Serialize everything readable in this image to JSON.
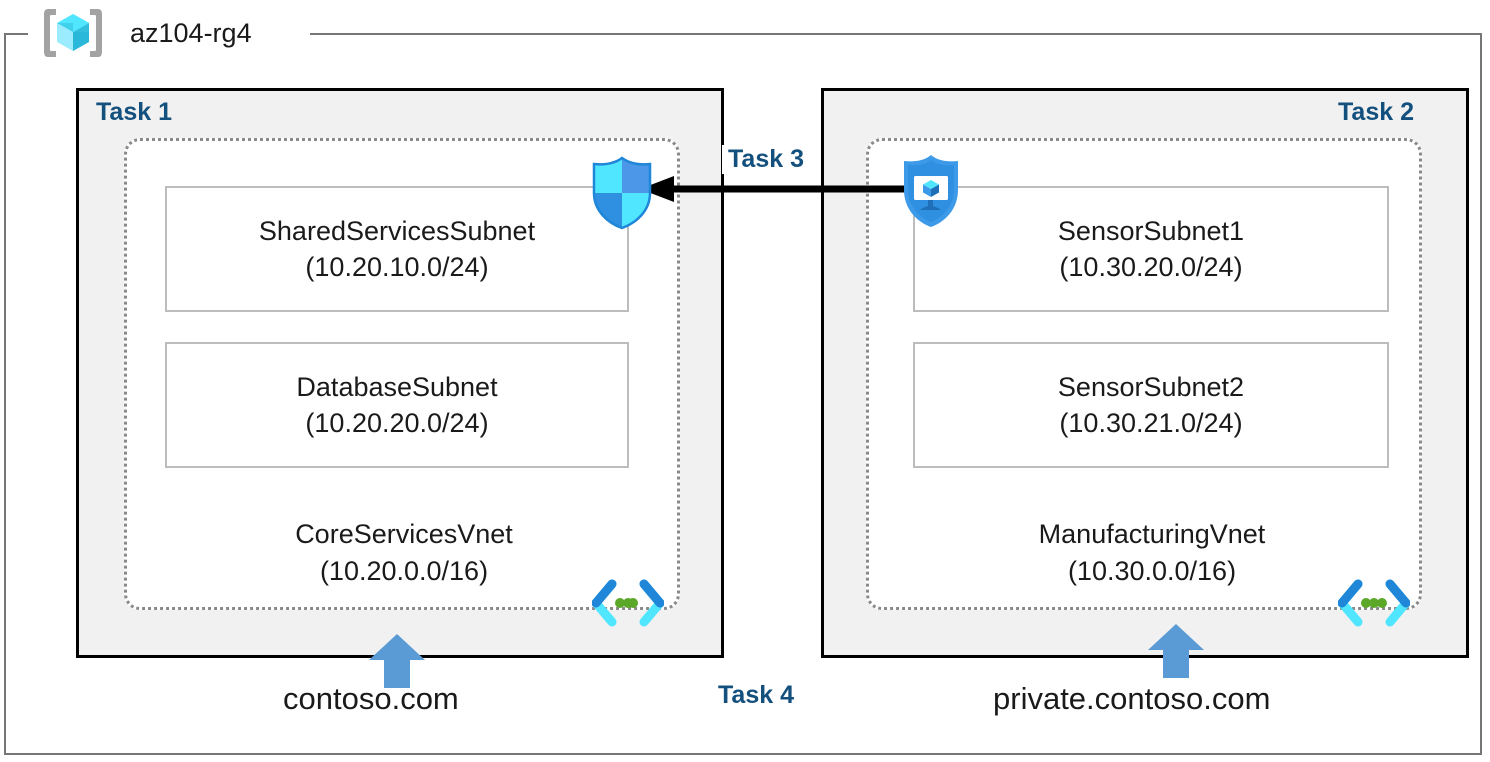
{
  "resource_group": {
    "name": "az104-rg4",
    "icon": "azure-resource-group-cube-icon"
  },
  "panels": [
    {
      "id": "left",
      "task_label": "Task 1",
      "vnet": {
        "name": "CoreServicesVnet",
        "cidr": "(10.20.0.0/16)"
      },
      "subnets": [
        {
          "name": "SharedServicesSubnet",
          "cidr": "(10.20.10.0/24)"
        },
        {
          "name": "DatabaseSubnet",
          "cidr": "(10.20.20.0/24)"
        }
      ],
      "dns_zone": "contoso.com",
      "icons": [
        "nsg-shield-icon",
        "dns-code-brackets-icon",
        "blue-up-arrow-icon"
      ]
    },
    {
      "id": "right",
      "task_label": "Task 2",
      "vnet": {
        "name": "ManufacturingVnet",
        "cidr": "(10.30.0.0/16)"
      },
      "subnets": [
        {
          "name": "SensorSubnet1",
          "cidr": "(10.30.20.0/24)"
        },
        {
          "name": "SensorSubnet2",
          "cidr": "(10.30.21.0/24)"
        }
      ],
      "dns_zone": "private.contoso.com",
      "icons": [
        "vm-shield-icon",
        "dns-code-brackets-icon",
        "blue-up-arrow-icon"
      ]
    }
  ],
  "connections": [
    {
      "label": "Task 3",
      "direction": "right-to-left",
      "icon": "left-arrow-icon"
    }
  ],
  "annotations": [
    {
      "label": "Task 4"
    }
  ],
  "colors": {
    "task_label": "#14507e",
    "panel_background": "#f1f1f1",
    "panel_border": "#000000",
    "vnet_border": "#8a8a8a",
    "subnet_border": "#bdbdbd",
    "frame_border": "#767676",
    "accent_blue": "#5b9bd5",
    "icon_blue": "#2f8fe0",
    "icon_cyan": "#50e6ff",
    "dns_green": "#5ba829",
    "text": "#1a1a1a"
  }
}
